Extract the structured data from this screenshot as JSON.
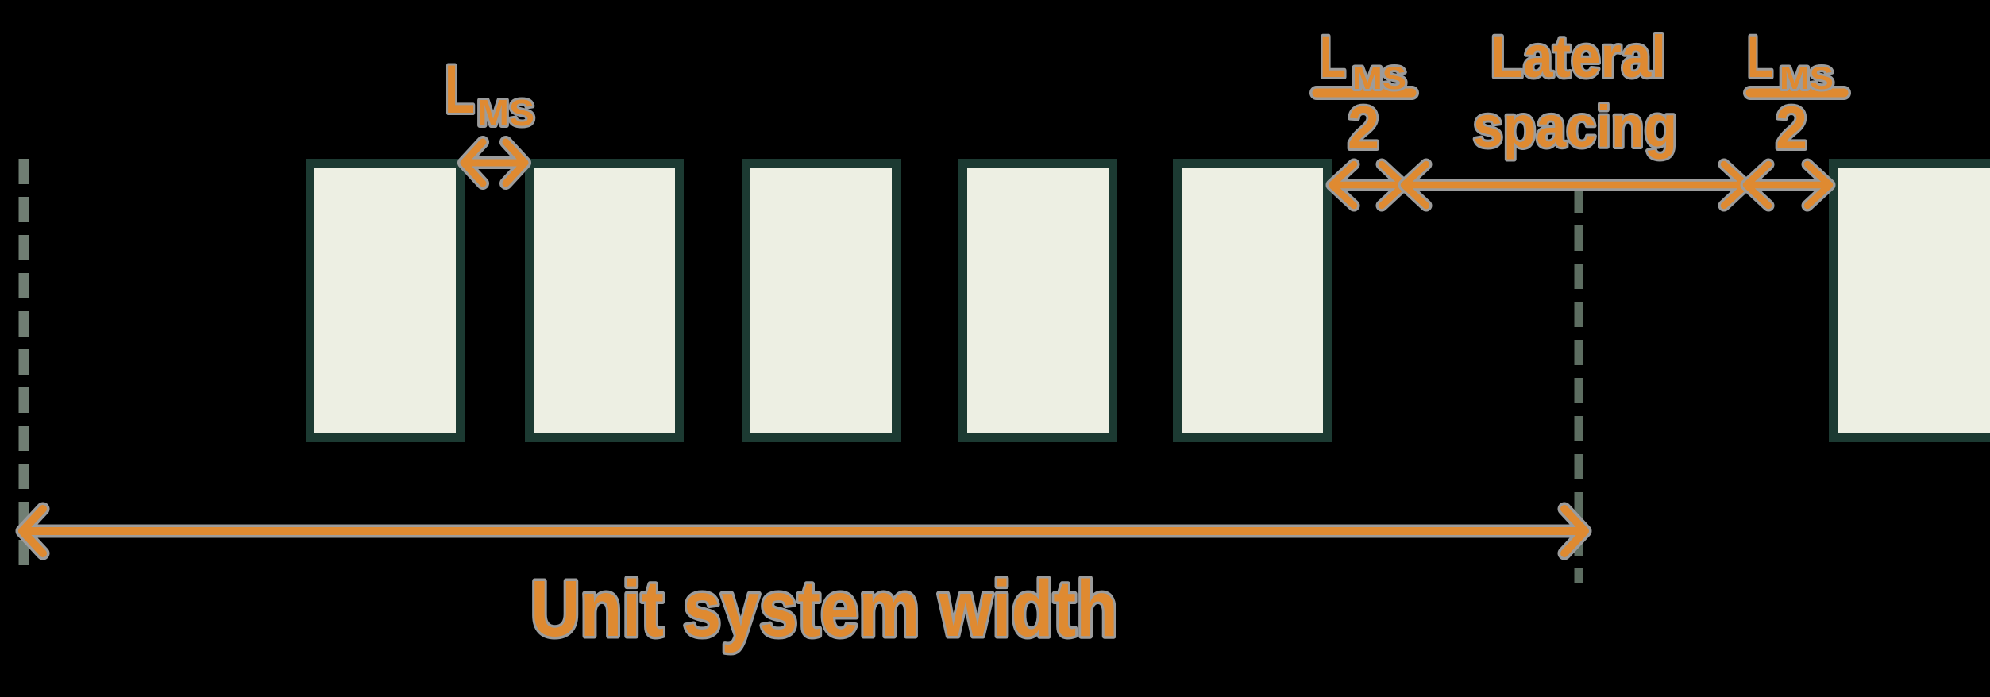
{
  "figure": {
    "description": "Module row layout diagram",
    "full_modules_visible": 5,
    "partial_modules_visible": 1
  },
  "labels": {
    "module_spacing": {
      "symbol": "L",
      "subscript": "MS"
    },
    "half_spacing_left": {
      "symbol": "L",
      "subscript": "MS",
      "denominator": "2"
    },
    "lateral_spacing": {
      "line1": "Lateral",
      "line2": "spacing"
    },
    "half_spacing_right": {
      "symbol": "L",
      "subscript": "MS",
      "denominator": "2"
    },
    "unit_system_width": "Unit system width"
  },
  "colors": {
    "background": "#000000",
    "accent_orange": "#DF8A31",
    "halo_gray": "#9C9C9C",
    "module_fill": "#EDEFE3",
    "module_border": "#1C3A32",
    "dashed_boundary_left": "#707E73",
    "dashed_boundary_right": "#5D6D61"
  }
}
